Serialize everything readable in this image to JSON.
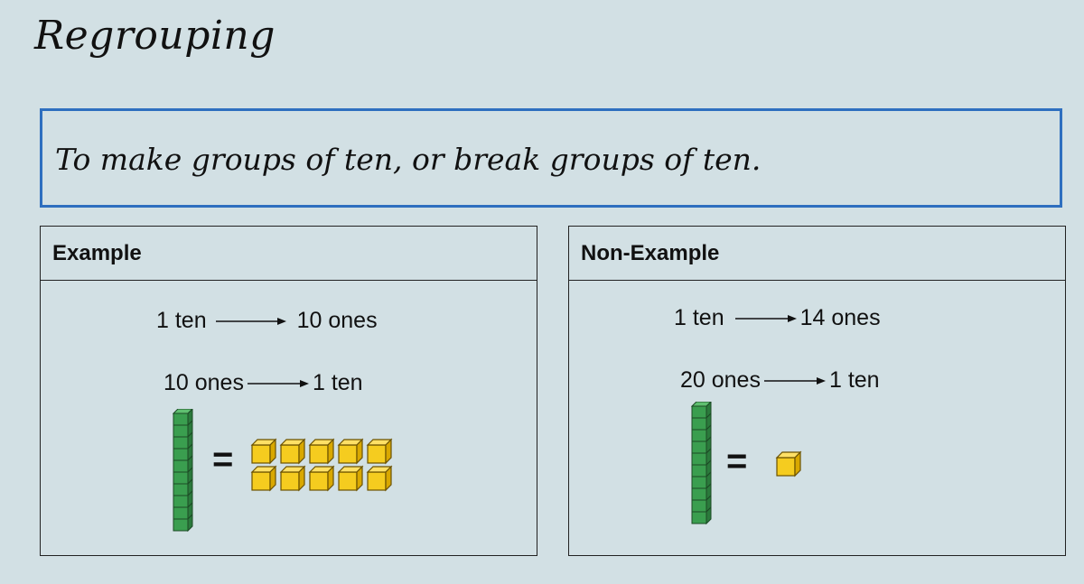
{
  "title": "Regrouping",
  "definition": "To make groups of ten, or break groups of ten.",
  "example": {
    "header": "Example",
    "line1": {
      "left": "1 ten",
      "right": "10 ones"
    },
    "line2": {
      "left": "10 ones",
      "right": "1 ten"
    },
    "equals": "=",
    "ten_rod_units": 10,
    "unit_cubes": 10
  },
  "non_example": {
    "header": "Non-Example",
    "line1": {
      "left": "1 ten",
      "right": "14 ones"
    },
    "line2": {
      "left": "20 ones",
      "right": "1 ten"
    },
    "equals": "=",
    "ten_rod_units": 10,
    "unit_cubes": 1
  },
  "colors": {
    "background": "#d2e0e4",
    "definition_border": "#2e6fbf",
    "rod_green": "#3a9e4f",
    "cube_yellow": "#f5cc1f"
  }
}
